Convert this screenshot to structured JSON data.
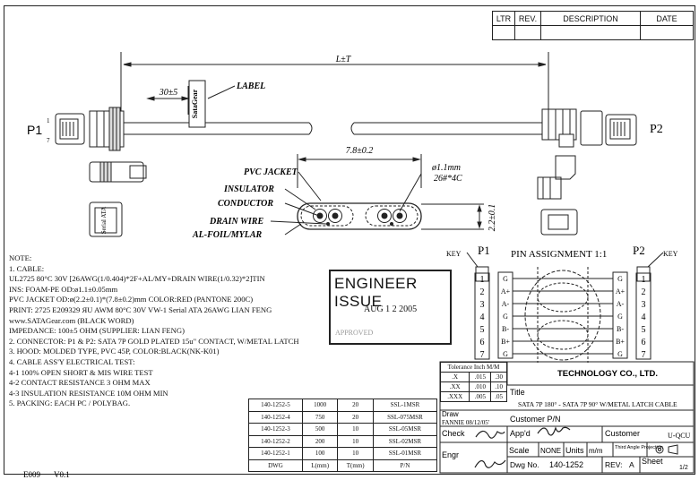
{
  "revision_table": {
    "headers": [
      "LTR",
      "REV.",
      "DESCRIPTION",
      "DATE"
    ]
  },
  "dimensions": {
    "overall_length": "L±T",
    "label_offset": "30±5",
    "jacket_width": "7.8±0.2",
    "jacket_height": "2.2±0.1",
    "conductor_dia": "ø1.1mm",
    "conductor_awg": "26#*4C"
  },
  "callouts": {
    "label": "LABEL",
    "pvc_jacket": "PVC JACKET",
    "insulator": "INSULATOR",
    "conductor": "CONDUCTOR",
    "drain_wire": "DRAIN WIRE",
    "al_foil": "AL-FOIL/MYLAR",
    "label_text": "SataGear",
    "connector_face_text": "Serial ATA"
  },
  "ports": {
    "p1": "P1",
    "p2": "P2",
    "pin1": "1",
    "pin7": "7"
  },
  "pin_assignment": {
    "title": "PIN ASSIGNMENT 1:1",
    "key": "KEY",
    "p1": "P1",
    "p2": "P2",
    "pins": [
      "1",
      "2",
      "3",
      "4",
      "5",
      "6",
      "7"
    ],
    "signals": [
      "G",
      "A+",
      "A-",
      "G",
      "B-",
      "B+",
      "G"
    ]
  },
  "notes": [
    "NOTE:",
    "1. CABLE:",
    "   UL2725 80°C 30V [26AWG(1/0.404)*2F+AL/MY+DRAIN WIRE(1/0.32)*2]TIN",
    "   INS: FOAM-PE OD:ø1.1±0.05mm",
    "   PVC JACKET OD:ø(2.2±0.1)*(7.8±0.2)mm COLOR:RED (PANTONE 200C)",
    "   PRINT: 2725 E209329 ЯU AWM 80°C 30V VW-1 Serial ATA 26AWG LIAN FENG",
    "   www.SATAGear.com (BLACK WORD)",
    "   IMPEDANCE: 100±5 OHM (SUPPLIER: LIAN FENG)",
    "2. CONNECTOR: P1 & P2: SATA 7P GOLD PLATED 15u\" CONTACT, W/METAL LATCH",
    "3. HOOD: MOLDED TYPE, PVC 45P, COLOR:BLACK(NK-K01)",
    "4. CABLE ASS'Y ELECTRICAL TEST:",
    "      4-1 100% OPEN SHORT & MIS WIRE TEST",
    "      4-2 CONTACT RESISTANCE 3 OHM MAX",
    "      4-3 INSULATION RESISTANCE 10M OHM MIN",
    "5. PACKING: EACH PC / POLYBAG."
  ],
  "stamp": {
    "title": "ENGINEER ISSUE",
    "date": "AUG 1 2 2005",
    "approved": "APPROVED"
  },
  "parts_table": {
    "rows": [
      [
        "140-1252-5",
        "1000",
        "20",
        "SSL-1MSR"
      ],
      [
        "140-1252-4",
        "750",
        "20",
        "SSL-075MSR"
      ],
      [
        "140-1252-3",
        "500",
        "10",
        "SSL-05MSR"
      ],
      [
        "140-1252-2",
        "200",
        "10",
        "SSL-02MSR"
      ],
      [
        "140-1252-1",
        "100",
        "10",
        "SSL-01MSR"
      ]
    ],
    "headers": [
      "DWG",
      "L(mm)",
      "T(mm)",
      "P/N"
    ]
  },
  "tolerance": {
    "header": "Tolerance Inch M/M",
    "rows": [
      [
        ".X",
        ".015",
        ".30"
      ],
      [
        ".XX",
        ".010",
        ".10"
      ],
      [
        ".XXX",
        ".005",
        ".05"
      ]
    ]
  },
  "title_block": {
    "company": "TECHNOLOGY CO., LTD.",
    "title_label": "Title",
    "title": "SATA 7P 180° - SATA 7P 90° W/METAL LATCH CABLE",
    "draw_label": "Draw",
    "draw": "FANNIE 08/12/05'",
    "customer_pn_label": "Customer P/N",
    "check_label": "Check",
    "appd_label": "App'd",
    "customer_label": "Customer",
    "customer": "U-QCU",
    "engr_label": "Engr",
    "scale_label": "Scale",
    "scale": "NONE",
    "units_label": "Units",
    "units": "m/m",
    "projection": "Third Angle Projection",
    "dwg_no_label": "Dwg No.",
    "dwg_no": "140-1252",
    "rev_label": "REV:",
    "rev": "A",
    "sheet_label": "Sheet",
    "sheet": "1/2"
  },
  "footer": {
    "code": "E009",
    "version": "V0.1"
  }
}
